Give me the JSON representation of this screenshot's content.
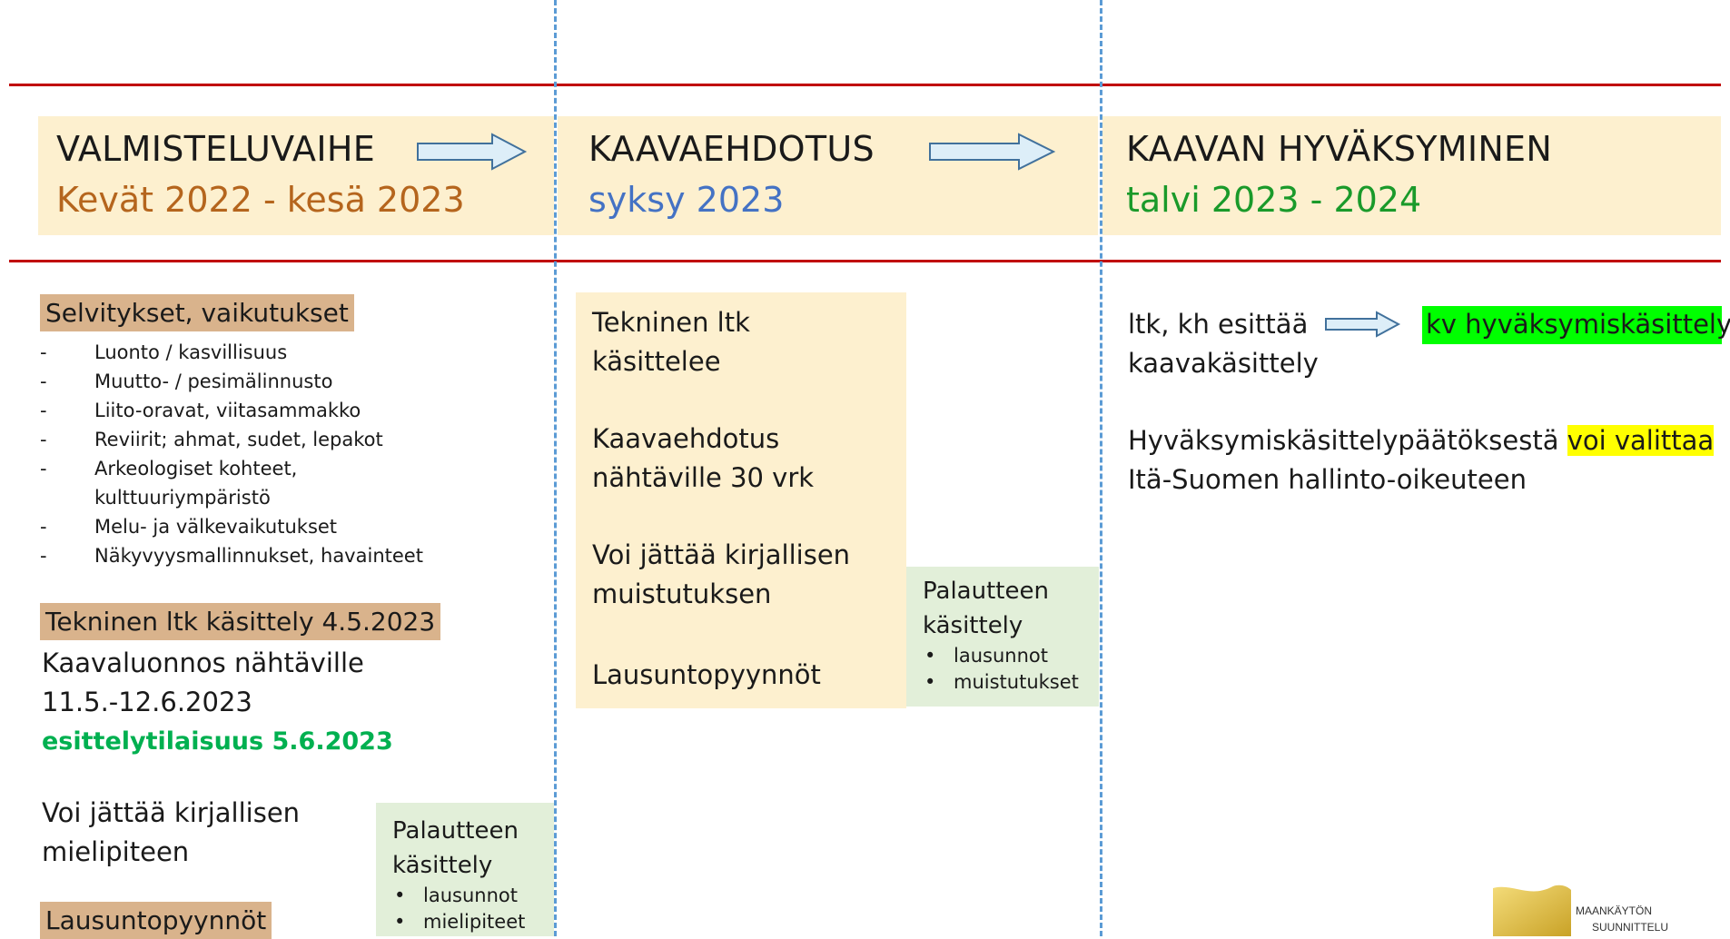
{
  "colors": {
    "red_line": "#c00000",
    "dashed_line": "#5b9bd5",
    "band": "#fdf0cf",
    "tan_highlight": "#d9b38c",
    "green_box": "#e2efd9",
    "brown_text": "#b5651d",
    "blue_text": "#4472c4",
    "green_text": "#1a9a2a",
    "green_bold": "#00b050",
    "bright_green": "#00ff00",
    "yellow": "#ffff00"
  },
  "phases": [
    {
      "title": "VALMISTELUVAIHE",
      "date": "Kevät 2022 - kesä 2023"
    },
    {
      "title": "KAAVAEHDOTUS",
      "date": "syksy 2023"
    },
    {
      "title": "KAAVAN HYVÄKSYMINEN",
      "date": "talvi 2023 - 2024"
    }
  ],
  "col1": {
    "selvitykset_heading": "Selvitykset, vaikutukset",
    "dash": "-",
    "selvitykset_items": [
      "Luonto / kasvillisuus",
      "Muutto- / pesimälinnusto",
      "Liito-oravat, viitasammakko",
      "Reviirit; ahmat, sudet, lepakot",
      "Arkeologiset kohteet,",
      "kulttuuriympäristö",
      "Melu- ja välkevaikutukset",
      "Näkyvyysmallinnukset, havainteet"
    ],
    "ltk_heading": "Tekninen ltk käsittely 4.5.2023",
    "nahtavilla_1": "Kaavaluonnos nähtäville",
    "nahtavilla_2": "11.5.-12.6.2023",
    "esittely": "esittelytilaisuus 5.6.2023",
    "mielipide_1": "Voi jättää kirjallisen",
    "mielipide_2": "mielipiteen",
    "lausunto": "Lausuntopyynnöt",
    "palaute_title_1": "Palautteen",
    "palaute_title_2": "käsittely",
    "palaute_items": [
      "lausunnot",
      "mielipiteet"
    ]
  },
  "col2": {
    "lines": [
      "Tekninen ltk",
      "käsittelee",
      "Kaavaehdotus",
      "nähtäville 30 vrk",
      "Voi jättää kirjallisen",
      "muistutuksen",
      "Lausuntopyynnöt"
    ],
    "palaute_title_1": "Palautteen",
    "palaute_title_2": "käsittely",
    "palaute_items": [
      "lausunnot",
      "muistutukset"
    ]
  },
  "col3": {
    "ltk_line": "ltk, kh esittää",
    "kaava_line": "kaavakäsittely",
    "kv_badge": "kv hyväksymiskäsittely",
    "paatos_text": "Hyväksymiskäsittelypäätöksestä ",
    "valittaa": "voi valittaa",
    "oikeus": "Itä-Suomen hallinto-oikeuteen"
  },
  "bullet": "•",
  "logo": {
    "line1": "MAANKÄYTÖN",
    "line2": "SUUNNITTELU"
  }
}
